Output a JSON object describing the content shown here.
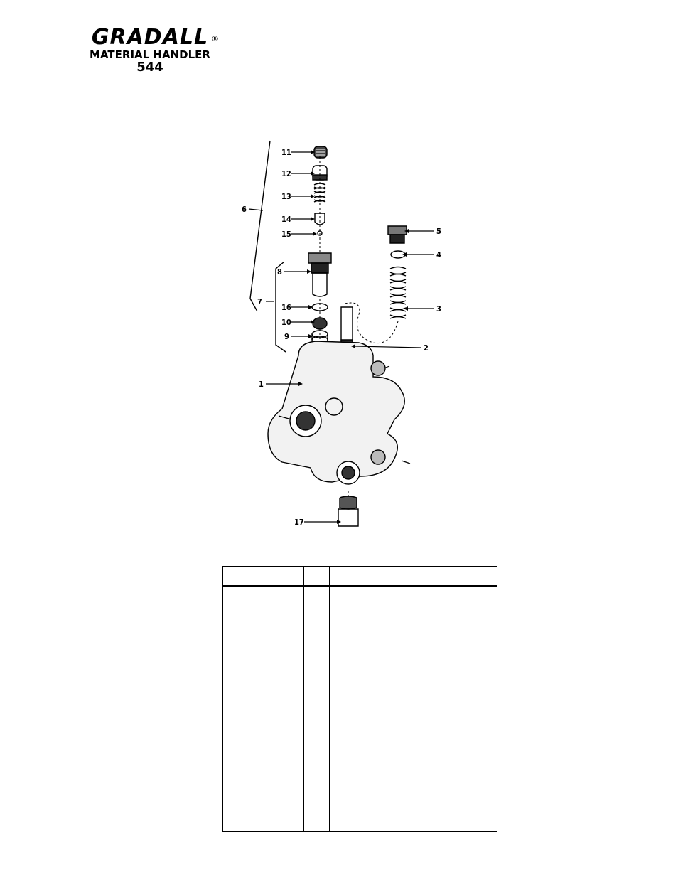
{
  "header": {
    "brand": "GRADALL",
    "registered_mark": "®",
    "subtitle": "MATERIAL HANDLER",
    "model": "544"
  },
  "diagram": {
    "callouts": [
      "1",
      "2",
      "3",
      "4",
      "5",
      "6",
      "7",
      "8",
      "9",
      "10",
      "11",
      "12",
      "13",
      "14",
      "15",
      "16",
      "17"
    ]
  },
  "parts_table": {
    "columns": [
      "",
      "",
      "",
      ""
    ],
    "rows": []
  }
}
